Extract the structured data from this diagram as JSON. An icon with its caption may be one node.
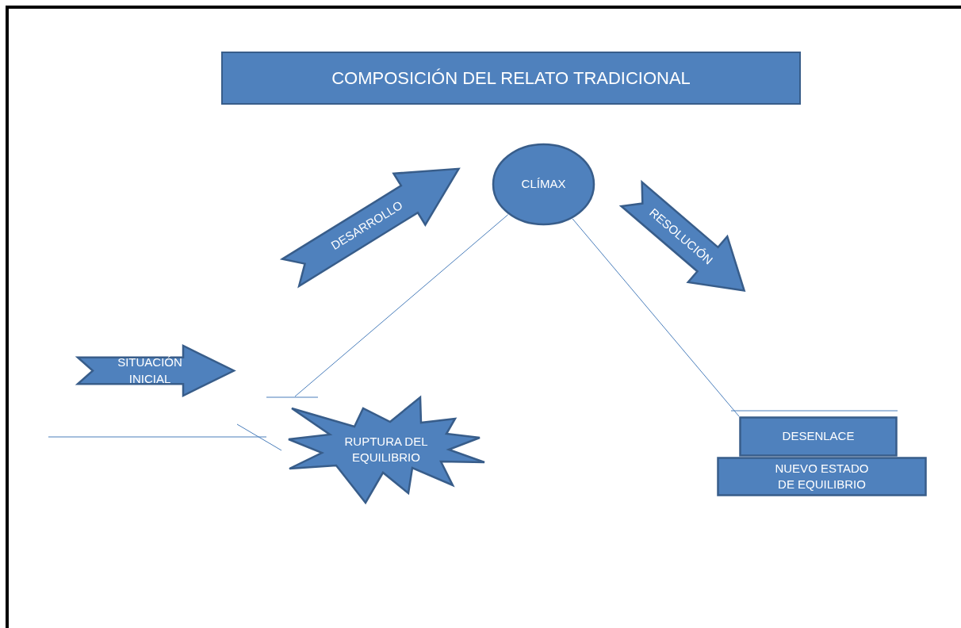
{
  "diagram": {
    "title": "COMPOSICIÓN DEL RELATO TRADICIONAL",
    "nodes": [
      {
        "text": [
          "DESARROLLO"
        ]
      },
      {
        "text": [
          "CLÍMAX"
        ]
      },
      {
        "text": [
          "RESOLUCIÓN"
        ]
      },
      {
        "text": [
          "SITUACIÓN INICIAL"
        ]
      },
      {
        "text": [
          "RUPTURA DEL EQUILIBRIO"
        ]
      },
      {
        "text": [
          "DESENLACE"
        ]
      },
      {
        "text": [
          "NUEVO ESTADO DE EQUILIBRIO"
        ]
      }
    ],
    "edges": [
      {
        "from": 1,
        "to": 4,
        "arrow": "none"
      },
      {
        "from": 1,
        "to": 5,
        "arrow": "none"
      }
    ]
  }
}
